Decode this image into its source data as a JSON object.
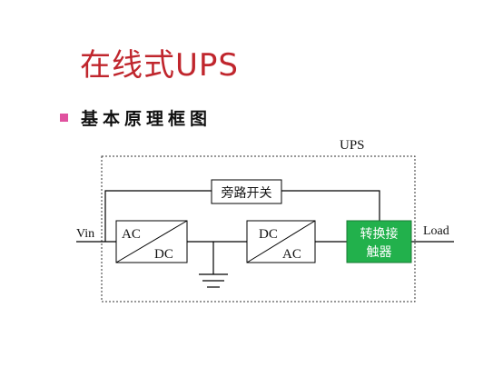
{
  "slide": {
    "title": "在线式UPS",
    "bullet": "基本原理框图"
  },
  "diagram": {
    "ups_label": "UPS",
    "vin_label": "Vin",
    "load_label": "Load",
    "bypass_label": "旁路开关",
    "rectifier": {
      "top": "AC",
      "bottom": "DC"
    },
    "inverter": {
      "top": "DC",
      "bottom": "AC"
    },
    "contactor": {
      "line1": "转换接",
      "line2": "触器"
    }
  },
  "colors": {
    "title": "#c0262d",
    "bullet": "#e0529f",
    "contactor_fill": "#22b14c"
  }
}
